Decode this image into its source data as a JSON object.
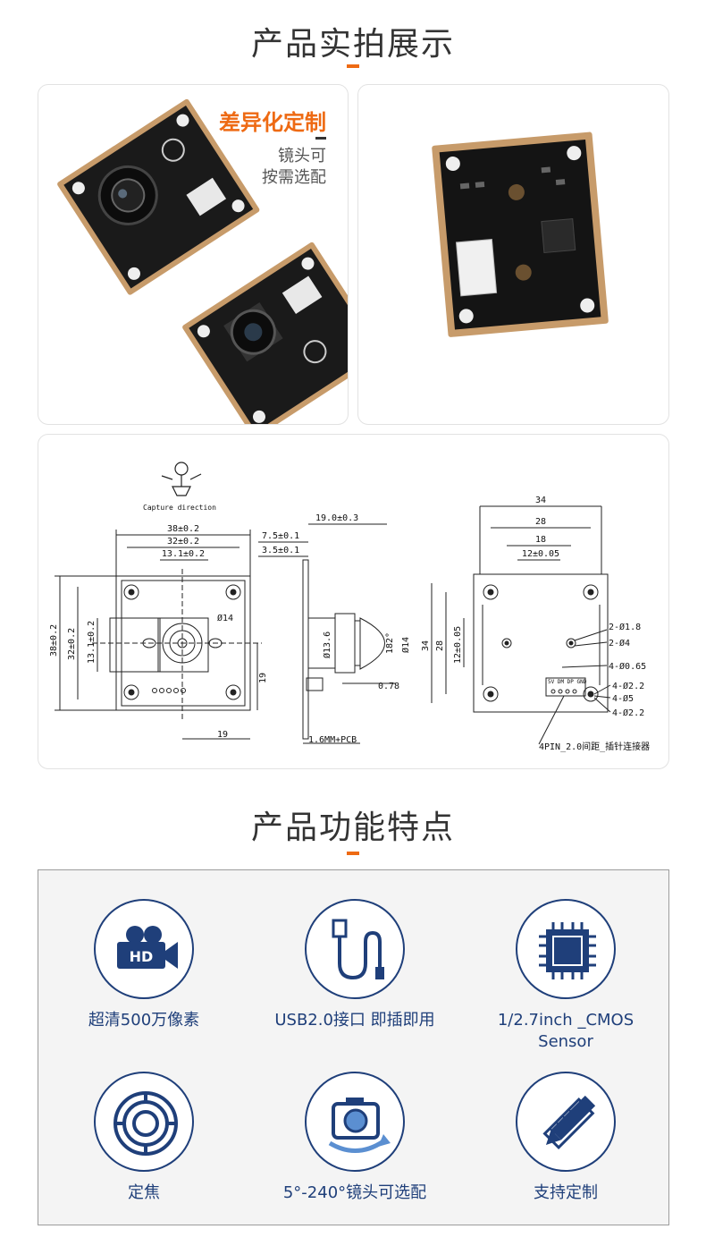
{
  "photos": {
    "title": "产品实拍展示",
    "badge": {
      "title": "差异化定制",
      "sub_line1": "镜头可",
      "sub_line2": "按需选配"
    }
  },
  "drawing": {
    "capture_direction": "Capture direction",
    "front": {
      "w38": "38±0.2",
      "w32": "32±0.2",
      "w13": "13.1±0.2",
      "h38": "38±0.2",
      "h32": "32±0.2",
      "h13": "13.1±0.2",
      "lens_d": "Ø14",
      "bottom19": "19",
      "right19": "19"
    },
    "side": {
      "d19": "19.0±0.3",
      "d75": "7.5±0.1",
      "d35": "3.5±0.1",
      "d136": "Ø13.6",
      "angle": "182°",
      "d14": "Ø14",
      "d078": "0.78",
      "pcb": "1.6MM+PCB"
    },
    "back": {
      "w34": "34",
      "w28": "28",
      "w18": "18",
      "w12": "12±0.05",
      "h34": "34",
      "h28": "28",
      "h12": "12±0.05",
      "n1": "2-Ø1.8",
      "n2": "2-Ø4",
      "n3": "4-Ø0.65",
      "n4": "4-Ø2.2",
      "n5": "4-Ø5",
      "n6": "4-Ø2.2",
      "pin_labels": "5V DM DP GND",
      "connector": "4PIN_2.0间距_插针连接器"
    }
  },
  "features": {
    "title": "产品功能特点",
    "items": [
      {
        "label": "超清500万像素",
        "icon": "hd-camera-icon"
      },
      {
        "label": "USB2.0接口 即插即用",
        "icon": "usb-cable-icon"
      },
      {
        "label": "1/2.7inch _CMOS",
        "label2": "Sensor",
        "icon": "chip-icon"
      },
      {
        "label": "定焦",
        "icon": "lens-focus-icon"
      },
      {
        "label": "5°-240°镜头可选配",
        "icon": "rotate-camera-icon"
      },
      {
        "label": "支持定制",
        "icon": "pencil-ruler-icon"
      }
    ]
  }
}
